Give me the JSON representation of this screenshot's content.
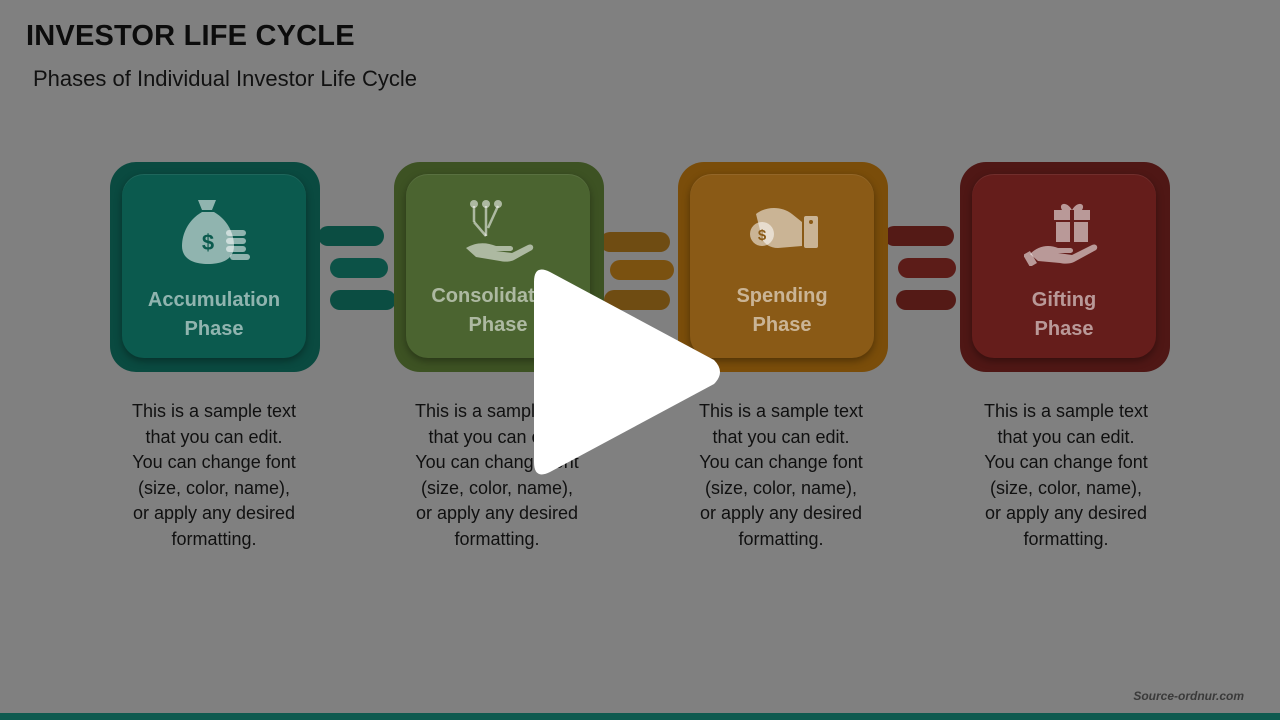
{
  "slide": {
    "title": "INVESTOR LIFE CYCLE",
    "subtitle": "Phases of Individual Investor Life Cycle",
    "source": "Source-ordnur.com"
  },
  "colors": {
    "background": "#808080",
    "bottom_bar": "#0e5a4f",
    "play_button": "#ffffff"
  },
  "phases": [
    {
      "name_line1": "Accumulation",
      "name_line2": "Phase",
      "icon": "money-bag-icon",
      "outer_color": "#0a4a40",
      "inner_color": "#0b5a4e",
      "description": [
        "This is a sample text",
        "that you can edit.",
        "You can change font",
        "(size, color, name),",
        "or apply any desired",
        "formatting."
      ]
    },
    {
      "name_line1": "Consolidation",
      "name_line2": "Phase",
      "icon": "hand-network-icon",
      "outer_color": "#3d5223",
      "inner_color": "#4b6430",
      "description": [
        "This is a sample text",
        "that you can edit.",
        "You can change font",
        "(size, color, name),",
        "or apply any desired",
        "formatting."
      ]
    },
    {
      "name_line1": "Spending",
      "name_line2": "Phase",
      "icon": "hand-coin-icon",
      "outer_color": "#7a4d0a",
      "inner_color": "#8a5a16",
      "description": [
        "This is a sample text",
        "that you can edit.",
        "You can change font",
        "(size, color, name),",
        "or apply any desired",
        "formatting."
      ]
    },
    {
      "name_line1": "Gifting",
      "name_line2": "Phase",
      "icon": "gift-hand-icon",
      "outer_color": "#4f1715",
      "inner_color": "#651d1b",
      "description": [
        "This is a sample text",
        "that you can edit.",
        "You can change font",
        "(size, color, name),",
        "or apply any desired",
        "formatting."
      ]
    }
  ]
}
